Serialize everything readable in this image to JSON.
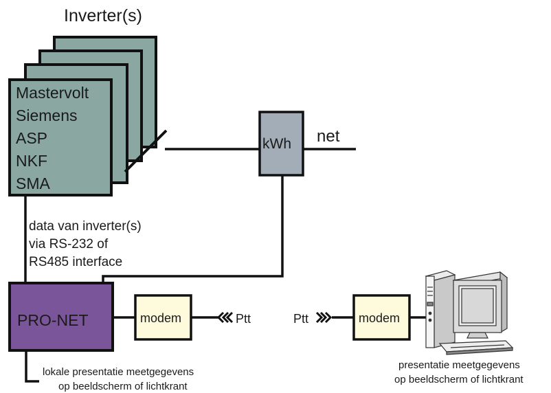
{
  "inverters": {
    "title": "Inverter(s)",
    "brands": [
      "Mastervolt",
      "Siemens",
      "ASP",
      "NKF",
      "SMA"
    ]
  },
  "meter": {
    "label": "kWh"
  },
  "grid": {
    "label": "net"
  },
  "data_link": {
    "lines": [
      "data van inverter(s)",
      "via RS-232 of",
      "RS485 interface"
    ]
  },
  "controller": {
    "label": "PRO-NET"
  },
  "modem_left": {
    "label": "modem"
  },
  "modem_right": {
    "label": "modem"
  },
  "ptt_left": {
    "label": "Ptt"
  },
  "ptt_right": {
    "label": "Ptt"
  },
  "local_presentation": {
    "lines": [
      "lokale presentatie meetgegevens",
      "op beeldscherm of lichtkrant"
    ]
  },
  "remote_presentation": {
    "lines": [
      "presentatie meetgegevens",
      "op beeldscherm of lichtkrant"
    ]
  },
  "colors": {
    "inverter_fill": "#8aa8a1",
    "meter_fill": "#a3adb7",
    "controller_fill": "#7b559a",
    "modem_fill": "#fdfbdc",
    "stroke": "#111111"
  }
}
